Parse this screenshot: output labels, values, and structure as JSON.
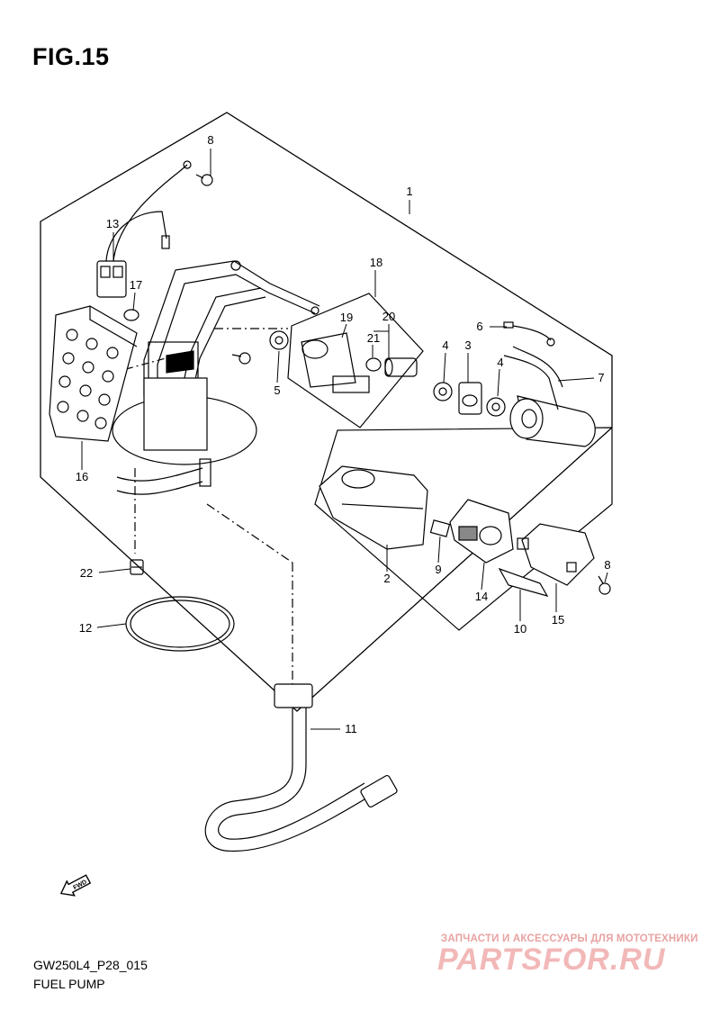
{
  "figure_title": "FIG.15",
  "footer": {
    "code": "GW250L4_P28_015",
    "name": "FUEL PUMP"
  },
  "direction_marker": "FWD",
  "watermark": {
    "top_text": "ЗАПЧАСТИ И АКСЕССУАРЫ ДЛЯ МОТОТЕХНИКИ",
    "brand": "PARTSFOR.RU"
  },
  "callouts": [
    "1",
    "2",
    "3",
    "4",
    "4",
    "5",
    "6",
    "7",
    "8",
    "8",
    "9",
    "10",
    "11",
    "12",
    "13",
    "14",
    "15",
    "16",
    "17",
    "18",
    "19",
    "20",
    "21",
    "22"
  ]
}
